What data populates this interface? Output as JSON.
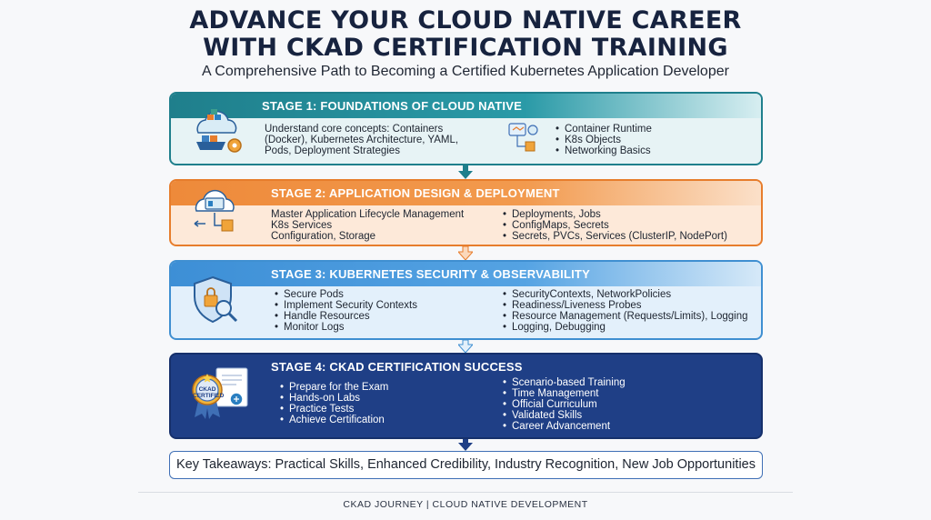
{
  "header": {
    "title_line1": "ADVANCE YOUR CLOUD NATIVE CAREER",
    "title_line2": "WITH CKAD CERTIFICATION TRAINING",
    "subtitle": "A Comprehensive Path to Becoming a Certified Kubernetes Application Developer"
  },
  "stages": [
    {
      "title": "STAGE 1: FOUNDATIONS OF CLOUD NATIVE",
      "left_text": [
        "Understand core concepts: Containers",
        "(Docker), Kubernetes Architecture, YAML,",
        "Pods, Deployment Strategies"
      ],
      "right_items": [
        "Container Runtime",
        "K8s Objects",
        "Networking Basics"
      ]
    },
    {
      "title": "STAGE 2: APPLICATION DESIGN & DEPLOYMENT",
      "left_text": [
        "Master Application Lifecycle Management",
        "K8s Services",
        "Configuration, Storage"
      ],
      "right_items": [
        "Deployments, Jobs",
        "ConfigMaps, Secrets",
        "Secrets, PVCs, Services (ClusterIP, NodePort)"
      ]
    },
    {
      "title": "STAGE 3: KUBERNETES SECURITY & OBSERVABILITY",
      "left_items": [
        "Secure Pods",
        "Implement Security Contexts",
        "Handle Resources",
        "Monitor Logs"
      ],
      "right_items": [
        "SecurityContexts, NetworkPolicies",
        "Readiness/Liveness Probes",
        "Resource Management (Requests/Limits), Logging",
        "Logging, Debugging"
      ]
    },
    {
      "title": "STAGE 4: CKAD CERTIFICATION SUCCESS",
      "left_items": [
        "Prepare for the Exam",
        "Hands-on Labs",
        "Practice Tests",
        "Achieve Certification"
      ],
      "right_items": [
        "Scenario-based Training",
        "Time Management",
        "Official Curriculum",
        "Validated Skills",
        "Career Advancement"
      ],
      "badge_text": "CKAD CERTIFIED"
    }
  ],
  "takeaways": "Key Takeaways: Practical Skills, Enhanced Credibility, Industry Recognition, New Job Opportunities",
  "footer": "CKAD JOURNEY | CLOUD NATIVE DEVELOPMENT",
  "colors": {
    "stage1": "#1f7f8c",
    "stage2": "#ee8a3a",
    "stage3": "#3d8fd6",
    "stage4": "#1f3f86"
  }
}
